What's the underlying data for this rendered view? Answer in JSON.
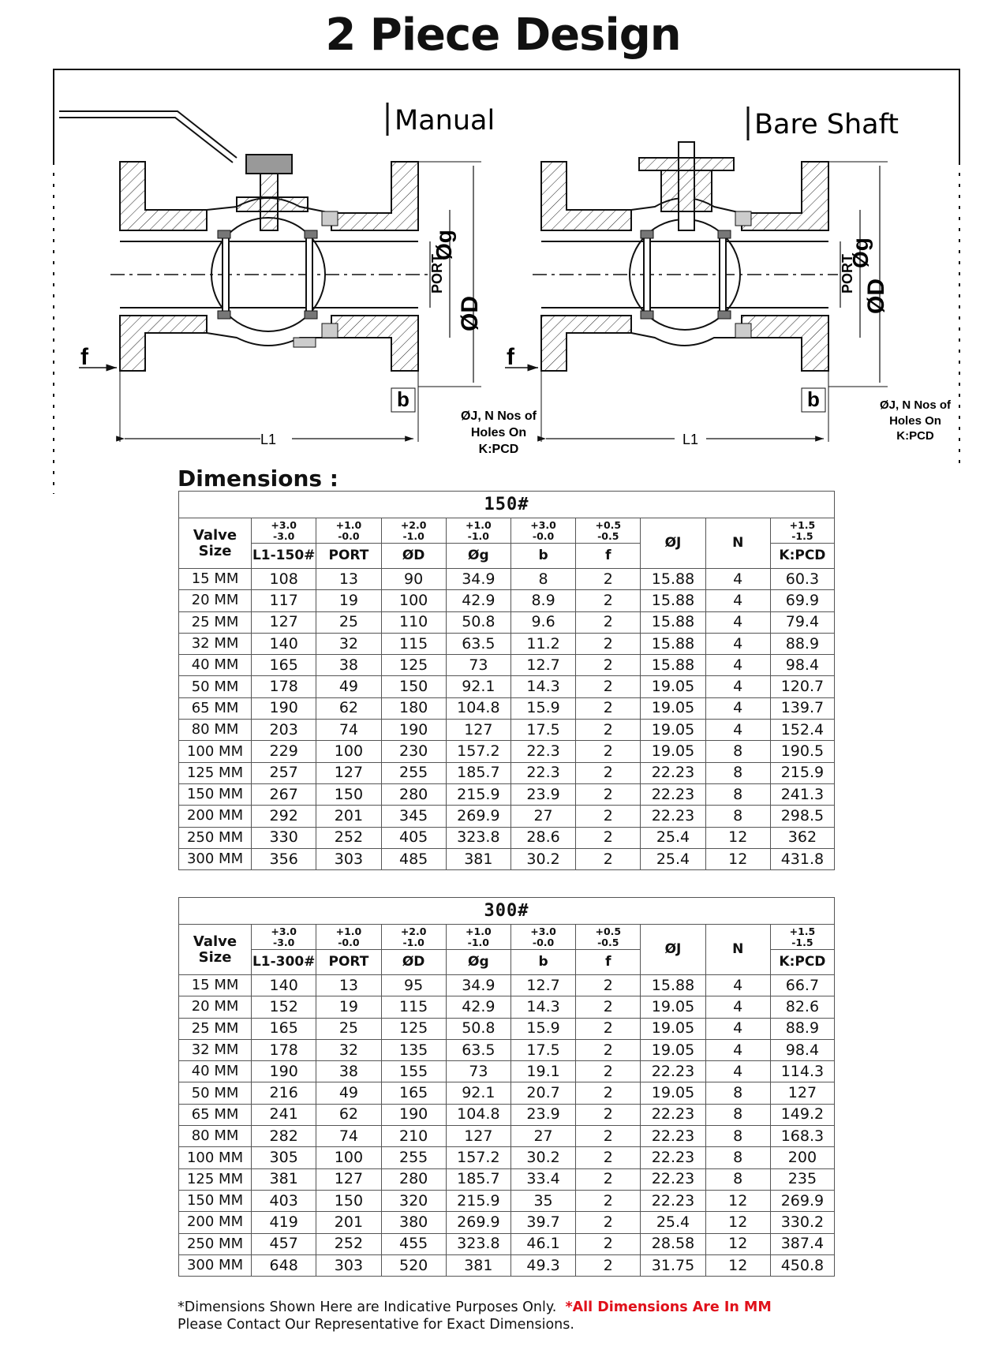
{
  "title": "2 Piece Design",
  "drawing": {
    "left_label": "Manual",
    "right_label": "Bare Shaft",
    "dim_f": "f",
    "dim_b": "b",
    "dim_L1": "L1",
    "dim_port": "PORT",
    "dim_g": "Øg",
    "dim_D": "ØD",
    "holes_note_left": [
      "ØJ, N Nos of",
      "Holes On",
      "K:PCD"
    ],
    "holes_note_right": [
      "ØJ, N Nos of",
      "Holes On",
      "K:PCD"
    ]
  },
  "dimensions_heading": "Dimensions :",
  "tables": [
    {
      "class": "150#",
      "valve_size_label": [
        "Valve",
        "Size"
      ],
      "tolerances": [
        [
          "+3.0",
          "-3.0"
        ],
        [
          "+1.0",
          "-0.0"
        ],
        [
          "+2.0",
          "-1.0"
        ],
        [
          "+1.0",
          "-1.0"
        ],
        [
          "+3.0",
          "-0.0"
        ],
        [
          "+0.5",
          "-0.5"
        ],
        [
          "+1.5",
          "-1.5"
        ]
      ],
      "headers": [
        "L1-150#",
        "PORT",
        "ØD",
        "Øg",
        "b",
        "f",
        "ØJ",
        "N",
        "K:PCD"
      ],
      "rows": [
        [
          "15 MM",
          "108",
          "13",
          "90",
          "34.9",
          "8",
          "2",
          "15.88",
          "4",
          "60.3"
        ],
        [
          "20 MM",
          "117",
          "19",
          "100",
          "42.9",
          "8.9",
          "2",
          "15.88",
          "4",
          "69.9"
        ],
        [
          "25 MM",
          "127",
          "25",
          "110",
          "50.8",
          "9.6",
          "2",
          "15.88",
          "4",
          "79.4"
        ],
        [
          "32 MM",
          "140",
          "32",
          "115",
          "63.5",
          "11.2",
          "2",
          "15.88",
          "4",
          "88.9"
        ],
        [
          "40 MM",
          "165",
          "38",
          "125",
          "73",
          "12.7",
          "2",
          "15.88",
          "4",
          "98.4"
        ],
        [
          "50 MM",
          "178",
          "49",
          "150",
          "92.1",
          "14.3",
          "2",
          "19.05",
          "4",
          "120.7"
        ],
        [
          "65 MM",
          "190",
          "62",
          "180",
          "104.8",
          "15.9",
          "2",
          "19.05",
          "4",
          "139.7"
        ],
        [
          "80 MM",
          "203",
          "74",
          "190",
          "127",
          "17.5",
          "2",
          "19.05",
          "4",
          "152.4"
        ],
        [
          "100 MM",
          "229",
          "100",
          "230",
          "157.2",
          "22.3",
          "2",
          "19.05",
          "8",
          "190.5"
        ],
        [
          "125 MM",
          "257",
          "127",
          "255",
          "185.7",
          "22.3",
          "2",
          "22.23",
          "8",
          "215.9"
        ],
        [
          "150 MM",
          "267",
          "150",
          "280",
          "215.9",
          "23.9",
          "2",
          "22.23",
          "8",
          "241.3"
        ],
        [
          "200 MM",
          "292",
          "201",
          "345",
          "269.9",
          "27",
          "2",
          "22.23",
          "8",
          "298.5"
        ],
        [
          "250 MM",
          "330",
          "252",
          "405",
          "323.8",
          "28.6",
          "2",
          "25.4",
          "12",
          "362"
        ],
        [
          "300 MM",
          "356",
          "303",
          "485",
          "381",
          "30.2",
          "2",
          "25.4",
          "12",
          "431.8"
        ]
      ]
    },
    {
      "class": "300#",
      "valve_size_label": [
        "Valve",
        "Size"
      ],
      "tolerances": [
        [
          "+3.0",
          "-3.0"
        ],
        [
          "+1.0",
          "-0.0"
        ],
        [
          "+2.0",
          "-1.0"
        ],
        [
          "+1.0",
          "-1.0"
        ],
        [
          "+3.0",
          "-0.0"
        ],
        [
          "+0.5",
          "-0.5"
        ],
        [
          "+1.5",
          "-1.5"
        ]
      ],
      "headers": [
        "L1-300#",
        "PORT",
        "ØD",
        "Øg",
        "b",
        "f",
        "ØJ",
        "N",
        "K:PCD"
      ],
      "rows": [
        [
          "15 MM",
          "140",
          "13",
          "95",
          "34.9",
          "12.7",
          "2",
          "15.88",
          "4",
          "66.7"
        ],
        [
          "20 MM",
          "152",
          "19",
          "115",
          "42.9",
          "14.3",
          "2",
          "19.05",
          "4",
          "82.6"
        ],
        [
          "25 MM",
          "165",
          "25",
          "125",
          "50.8",
          "15.9",
          "2",
          "19.05",
          "4",
          "88.9"
        ],
        [
          "32 MM",
          "178",
          "32",
          "135",
          "63.5",
          "17.5",
          "2",
          "19.05",
          "4",
          "98.4"
        ],
        [
          "40 MM",
          "190",
          "38",
          "155",
          "73",
          "19.1",
          "2",
          "22.23",
          "4",
          "114.3"
        ],
        [
          "50 MM",
          "216",
          "49",
          "165",
          "92.1",
          "20.7",
          "2",
          "19.05",
          "8",
          "127"
        ],
        [
          "65 MM",
          "241",
          "62",
          "190",
          "104.8",
          "23.9",
          "2",
          "22.23",
          "8",
          "149.2"
        ],
        [
          "80 MM",
          "282",
          "74",
          "210",
          "127",
          "27",
          "2",
          "22.23",
          "8",
          "168.3"
        ],
        [
          "100 MM",
          "305",
          "100",
          "255",
          "157.2",
          "30.2",
          "2",
          "22.23",
          "8",
          "200"
        ],
        [
          "125 MM",
          "381",
          "127",
          "280",
          "185.7",
          "33.4",
          "2",
          "22.23",
          "8",
          "235"
        ],
        [
          "150 MM",
          "403",
          "150",
          "320",
          "215.9",
          "35",
          "2",
          "22.23",
          "12",
          "269.9"
        ],
        [
          "200 MM",
          "419",
          "201",
          "380",
          "269.9",
          "39.7",
          "2",
          "25.4",
          "12",
          "330.2"
        ],
        [
          "250 MM",
          "457",
          "252",
          "455",
          "323.8",
          "46.1",
          "2",
          "28.58",
          "12",
          "387.4"
        ],
        [
          "300 MM",
          "648",
          "303",
          "520",
          "381",
          "49.3",
          "2",
          "31.75",
          "12",
          "450.8"
        ]
      ]
    }
  ],
  "footnote": {
    "line1": "*Dimensions Shown Here are Indicative Purposes Only.",
    "red": "*All Dimensions Are In MM",
    "line2": "Please Contact Our Representative for Exact Dimensions."
  }
}
